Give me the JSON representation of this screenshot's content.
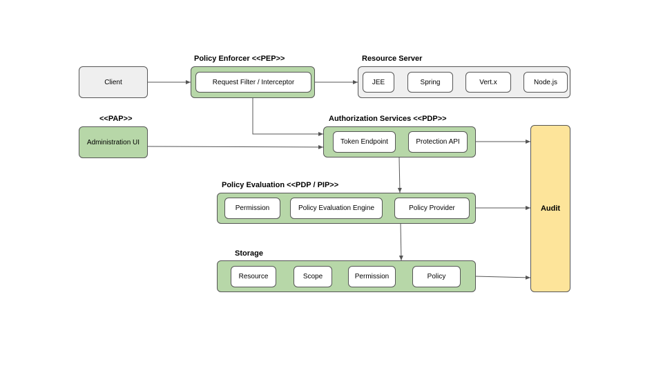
{
  "groups": {
    "pep": {
      "title": "Policy Enforcer <<PEP>>",
      "items": [
        "Request Filter / Interceptor"
      ]
    },
    "resource_server": {
      "title": "Resource Server",
      "items": [
        "JEE",
        "Spring",
        "Vert.x",
        "Node.js"
      ]
    },
    "pap": {
      "title": "<<PAP>>",
      "items": [
        "Administration UI"
      ]
    },
    "authz": {
      "title": "Authorization Services <<PDP>>",
      "items": [
        "Token Endpoint",
        "Protection API"
      ]
    },
    "policy_eval": {
      "title": "Policy Evaluation <<PDP / PIP>>",
      "items": [
        "Permission",
        "Policy Evaluation Engine",
        "Policy Provider"
      ]
    },
    "storage": {
      "title": "Storage",
      "items": [
        "Resource",
        "Scope",
        "Permission",
        "Policy"
      ]
    }
  },
  "client": {
    "label": "Client"
  },
  "audit": {
    "label": "Audit"
  },
  "colors": {
    "green": "#b7d7a8",
    "gray": "#efefef",
    "yellow": "#fde49a",
    "stroke": "#555555"
  }
}
